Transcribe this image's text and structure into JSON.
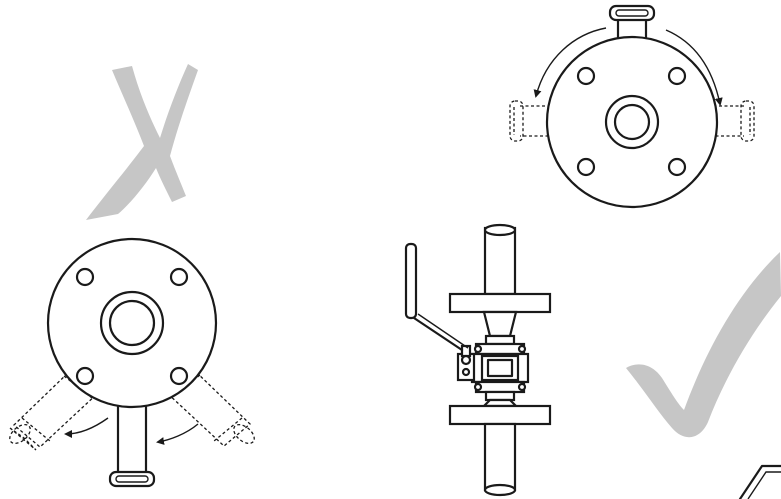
{
  "diagram": {
    "panels": [
      {
        "id": "incorrect",
        "verdict": "wrong",
        "view": "flange-face-bottom-stem"
      },
      {
        "id": "correct",
        "verdict": "right",
        "view": "flange-face-top-stem"
      }
    ],
    "colors": {
      "line": "#1a1a1a",
      "mark": "#c6c6c6",
      "background": "#ffffff"
    },
    "icons": [
      "cross-mark-icon",
      "check-mark-icon",
      "rotate-arrow-icon"
    ]
  }
}
